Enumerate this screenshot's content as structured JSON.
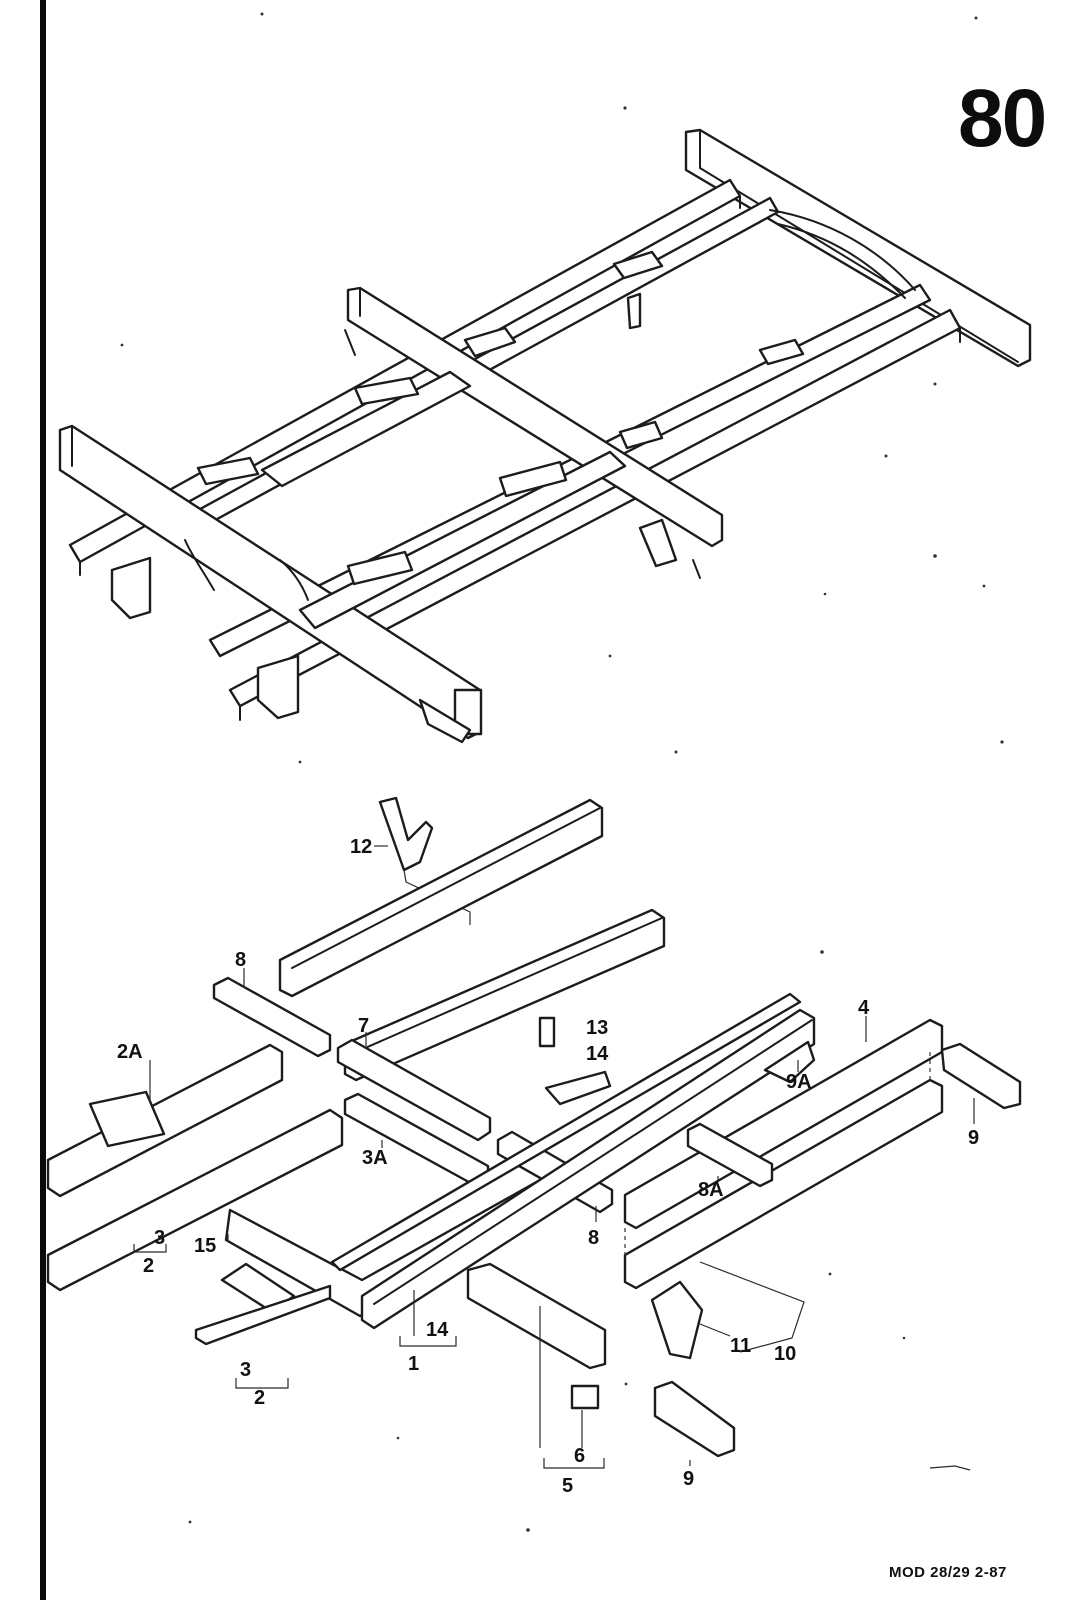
{
  "page": {
    "number": "80",
    "footer_code": "MOD 28/29  2-87"
  },
  "callouts": {
    "c12": "12",
    "c8_top": "8",
    "c7": "7",
    "c13": "13",
    "c14_top": "14",
    "c2A": "2A",
    "c3A": "3A",
    "c4": "4",
    "c9A": "9A",
    "c9_right": "9",
    "c8A": "8A",
    "c8_mid": "8",
    "c3_left": "3",
    "c2_left": "2",
    "c15": "15",
    "c14_bottom": "14",
    "c1": "1",
    "c3_bottom": "3",
    "c2_bottom": "2",
    "c11": "11",
    "c10": "10",
    "c6": "6",
    "c5": "5",
    "c9_bottom": "9"
  }
}
